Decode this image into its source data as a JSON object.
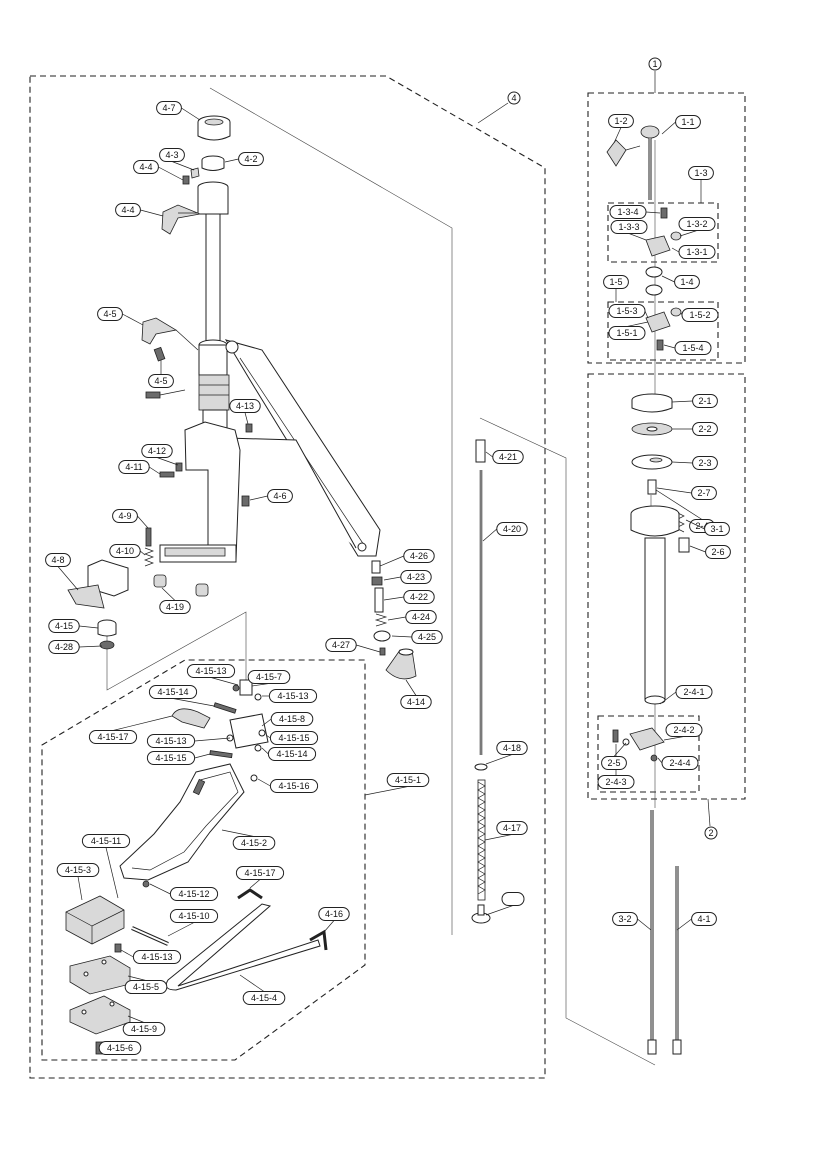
{
  "assemblies": {
    "a1": "1",
    "a2": "2",
    "a4": "4"
  },
  "labels": [
    "1-1",
    "1-2",
    "1-3",
    "1-3-1",
    "1-3-2",
    "1-3-3",
    "1-3-4",
    "1-4",
    "1-5",
    "1-5-1",
    "1-5-2",
    "1-5-3",
    "1-5-4",
    "2-1",
    "2-2",
    "2-3",
    "2-4",
    "2-4-1",
    "2-4-2",
    "2-4-3",
    "2-4-4",
    "2-5",
    "2-6",
    "2-7",
    "3-1",
    "3-2",
    "4-1",
    "4-2",
    "4-3",
    "4-4",
    "4-4",
    "4-5",
    "4-5",
    "4-6",
    "4-7",
    "4-8",
    "4-9",
    "4-10",
    "4-11",
    "4-12",
    "4-13",
    "4-14",
    "4-15",
    "4-15-1",
    "4-15-2",
    "4-15-3",
    "4-15-4",
    "4-15-5",
    "4-15-6",
    "4-15-7",
    "4-15-8",
    "4-15-9",
    "4-15-10",
    "4-15-11",
    "4-15-12",
    "4-15-13",
    "4-15-13",
    "4-15-13",
    "4-15-13",
    "4-15-14",
    "4-15-14",
    "4-15-15",
    "4-15-15",
    "4-15-16",
    "4-15-17",
    "4-15-17",
    "4-16",
    "4-17",
    "4-18",
    "4-19",
    "4-20",
    "4-21",
    "4-22",
    "4-23",
    "4-24",
    "4-25",
    "4-26",
    "4-27",
    "4-28"
  ]
}
